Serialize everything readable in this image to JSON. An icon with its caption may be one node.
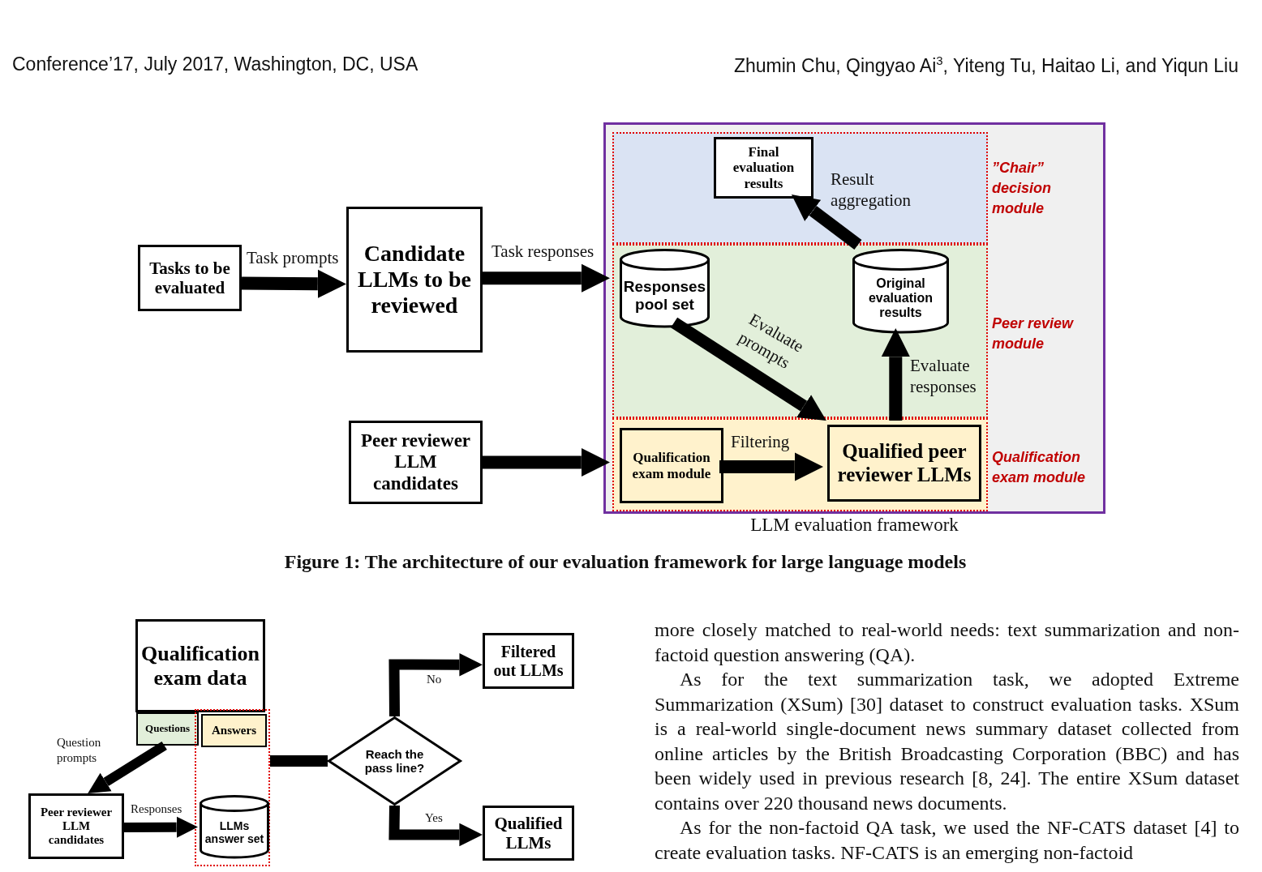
{
  "diagram": {
    "caption": "Figure 1: The architecture of our evaluation framework for large language models",
    "nodes": [
      {
        "text": [
          "Tasks to be evaluated"
        ]
      },
      {
        "text": [
          "Candidate LLMs to be reviewed"
        ]
      },
      {
        "text": [
          "Peer reviewer LLM candidates"
        ]
      },
      {
        "text": [
          "LLM evaluation framework"
        ]
      },
      {
        "text": [
          "”Chair” decision module"
        ],
        "in": 3
      },
      {
        "text": [
          "Final evaluation results"
        ],
        "in": 4
      },
      {
        "text": [
          "Peer review module"
        ],
        "in": 3
      },
      {
        "text": [
          "Responses pool set"
        ],
        "in": 6
      },
      {
        "text": [
          "Original evaluation results"
        ],
        "in": 6
      },
      {
        "text": [
          "Qualification exam module"
        ],
        "in": 3
      },
      {
        "text": [
          "Qualification exam module"
        ],
        "in": 9
      },
      {
        "text": [
          "Qualified peer reviewer LLMs"
        ],
        "in": 9
      },
      {
        "text": [
          "Qualification exam data"
        ]
      },
      {
        "text": [
          "Questions"
        ]
      },
      {
        "text": [],
        "shape": "box"
      },
      {
        "text": [
          "Answers"
        ],
        "in": 14
      },
      {
        "text": [
          "Peer reviewer LLM candidates"
        ]
      },
      {
        "text": [
          "LLMs answer set"
        ],
        "in": 14
      },
      {
        "text": [
          "Reach the pass line?"
        ]
      },
      {
        "text": [
          "Filtered out LLMs"
        ]
      },
      {
        "text": [
          "Qualified LLMs"
        ]
      }
    ],
    "edges": [
      {
        "from": 0,
        "to": 1,
        "arrow": "to",
        "label": "Task prompts"
      },
      {
        "from": 1,
        "to": 6,
        "arrow": "to",
        "label": "Task responses"
      },
      {
        "from": 2,
        "to": 9,
        "arrow": "to"
      },
      {
        "from": 7,
        "to": 11,
        "arrow": "to",
        "label": "Evaluate prompts"
      },
      {
        "from": 11,
        "to": 8,
        "arrow": "to",
        "label": "Evaluate responses"
      },
      {
        "from": 8,
        "to": 5,
        "arrow": "to",
        "label": "Result aggregation"
      },
      {
        "from": 10,
        "to": 11,
        "arrow": "to",
        "label": "Filtering"
      },
      {
        "from": 13,
        "to": 16,
        "arrow": "to",
        "label": "Question prompts"
      },
      {
        "from": 16,
        "to": 17,
        "arrow": "to",
        "label": "Responses"
      },
      {
        "from": 14,
        "to": 18,
        "arrow": "none"
      },
      {
        "from": 18,
        "to": 19,
        "arrow": "to",
        "label": "No"
      },
      {
        "from": 18,
        "to": 20,
        "arrow": "to",
        "label": "Yes"
      }
    ],
    "labels": [
      "Conference’17, July 2017, Washington, DC, USA",
      "Zhumin Chu, Qingyao Ai$^{3}$, Yiteng Tu, Haitao Li, and Yiqun Liu",
      "more closely matched to real-world needs: text summarization and non-factoid question answering (QA).",
      "As for the text summarization task, we adopted Extreme Summarization (XSum) [30] dataset to construct evaluation tasks. XSum is a real-world single-document news summary dataset collected from online articles by the British Broadcasting Corporation (BBC) and has been widely used in previous research [8, 24]. The entire XSum dataset contains over 220 thousand news documents.",
      "As for the non-factoid QA task, we used the NF-CATS dataset [4] to create evaluation tasks. NF-CATS is an emerging non-factoid"
    ]
  }
}
